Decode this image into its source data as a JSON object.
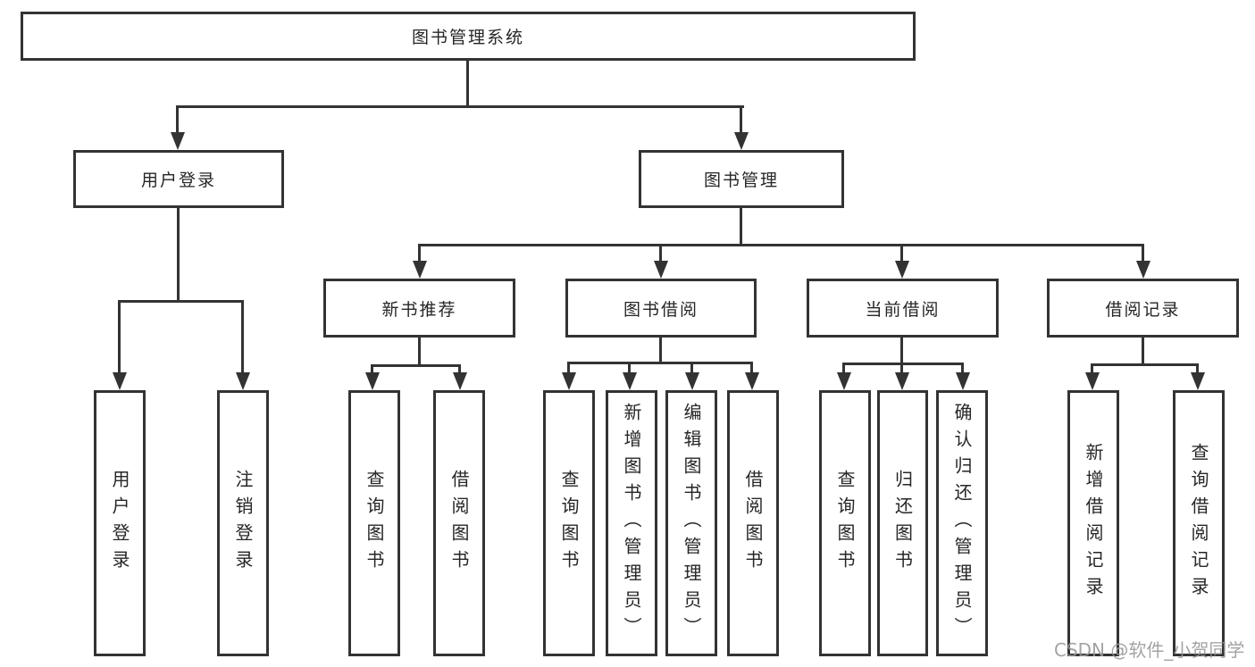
{
  "diagram": {
    "title": "图书管理系统",
    "root": {
      "label": "图书管理系统"
    },
    "level2": [
      {
        "label": "用户登录"
      },
      {
        "label": "图书管理"
      }
    ],
    "level3": [
      {
        "label": "新书推荐"
      },
      {
        "label": "图书借阅"
      },
      {
        "label": "当前借阅"
      },
      {
        "label": "借阅记录"
      }
    ],
    "leaves": {
      "user_login": [
        "用户登录",
        "注销登录"
      ],
      "new_book": [
        "查询图书",
        "借阅图书"
      ],
      "book_borrow": [
        "查询图书",
        "新增图书（管理员）",
        "编辑图书（管理员）",
        "借阅图书"
      ],
      "current_borrow": [
        "查询图书",
        "归还图书",
        "确认归还（管理员）"
      ],
      "borrow_records": [
        "新增借阅记录",
        "查询借阅记录"
      ]
    }
  },
  "watermark": {
    "text": "CSDN @软件_小贺同学"
  },
  "colors": {
    "line": "#333333",
    "text": "#262626",
    "background": "#ffffff",
    "watermark": "#969696"
  }
}
